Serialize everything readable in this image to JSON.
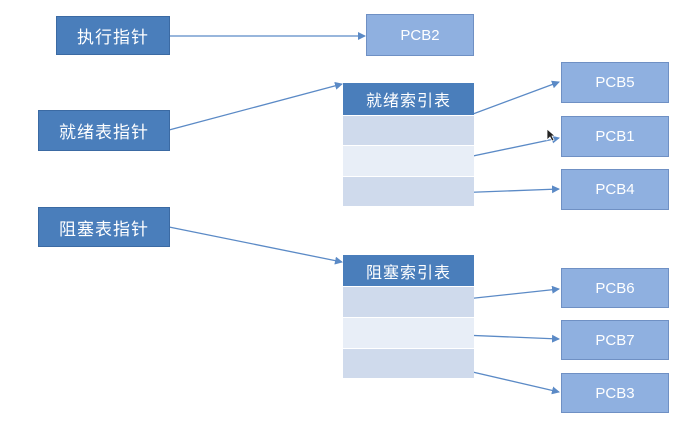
{
  "pointers": {
    "exec": "执行指针",
    "ready": "就绪表指针",
    "blocked": "阻塞表指针"
  },
  "tables": {
    "ready": {
      "title": "就绪索引表"
    },
    "blocked": {
      "title": "阻塞索引表"
    }
  },
  "pcbs": {
    "running": "PCB2",
    "ready": [
      "PCB5",
      "PCB1",
      "PCB4"
    ],
    "blocked": [
      "PCB6",
      "PCB7",
      "PCB3"
    ]
  },
  "colors": {
    "pointer_fill": "#4a7ebb",
    "pcb_fill": "#8fb0e0",
    "row_dark": "#cfdaec",
    "row_light": "#e8eef7",
    "arrow": "#5b8ac6"
  }
}
